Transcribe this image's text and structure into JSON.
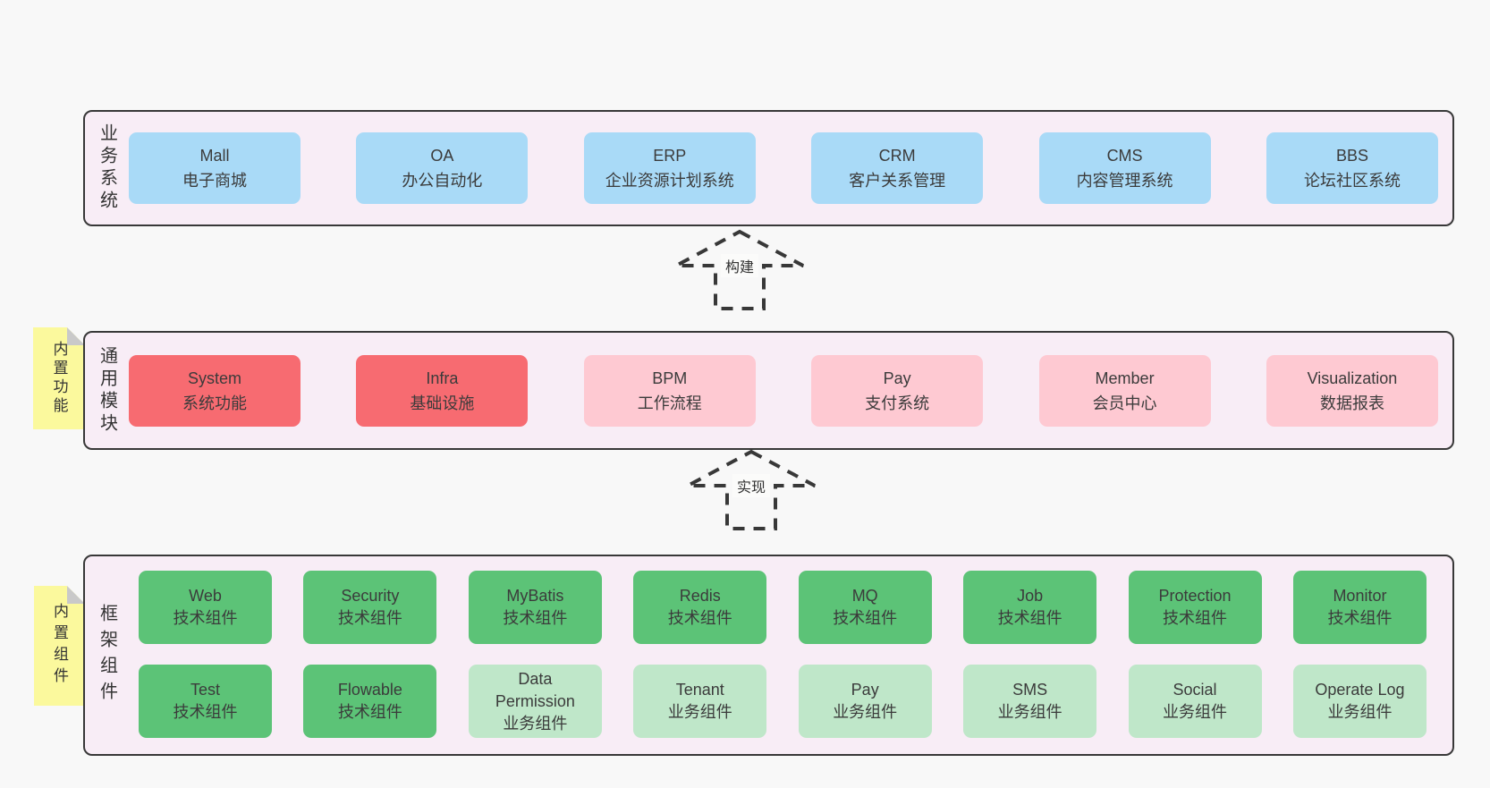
{
  "canvas": {
    "background": "#f8f8f8"
  },
  "colors": {
    "canvas_bg": "#f8f8f8",
    "group_bg": "#f8edf6",
    "group_border": "#383838",
    "text": "#3b3b3b",
    "blue": "#a9daf7",
    "red": "#f76b71",
    "pink": "#fec9d2",
    "green": "#5cc377",
    "green_light": "#bfe7c9",
    "note_bg": "#fbf99d",
    "note_fold": "#c9c9c9"
  },
  "sections": [
    {
      "id": "business-systems",
      "label": "业务系统",
      "note": null,
      "box_rows": [
        [
          {
            "title": "Mall",
            "subtitle": "电子商城",
            "color": "blue"
          },
          {
            "title": "OA",
            "subtitle": "办公自动化",
            "color": "blue"
          },
          {
            "title": "ERP",
            "subtitle": "企业资源计划系统",
            "color": "blue"
          },
          {
            "title": "CRM",
            "subtitle": "客户关系管理",
            "color": "blue"
          },
          {
            "title": "CMS",
            "subtitle": "内容管理系统",
            "color": "blue"
          },
          {
            "title": "BBS",
            "subtitle": "论坛社区系统",
            "color": "blue"
          }
        ]
      ]
    },
    {
      "id": "common-modules",
      "label": "通用模块",
      "note": "内置功能",
      "box_rows": [
        [
          {
            "title": "System",
            "subtitle": "系统功能",
            "color": "red"
          },
          {
            "title": "Infra",
            "subtitle": "基础设施",
            "color": "red"
          },
          {
            "title": "BPM",
            "subtitle": "工作流程",
            "color": "pink"
          },
          {
            "title": "Pay",
            "subtitle": "支付系统",
            "color": "pink"
          },
          {
            "title": "Member",
            "subtitle": "会员中心",
            "color": "pink"
          },
          {
            "title": "Visualization",
            "subtitle": "数据报表",
            "color": "pink"
          }
        ]
      ]
    },
    {
      "id": "framework-components",
      "label": "框架组件",
      "note": "内置组件",
      "box_rows": [
        [
          {
            "title": "Web",
            "subtitle": "技术组件",
            "color": "green"
          },
          {
            "title": "Security",
            "subtitle": "技术组件",
            "color": "green"
          },
          {
            "title": "MyBatis",
            "subtitle": "技术组件",
            "color": "green"
          },
          {
            "title": "Redis",
            "subtitle": "技术组件",
            "color": "green"
          },
          {
            "title": "MQ",
            "subtitle": "技术组件",
            "color": "green"
          },
          {
            "title": "Job",
            "subtitle": "技术组件",
            "color": "green"
          },
          {
            "title": "Protection",
            "subtitle": "技术组件",
            "color": "green"
          },
          {
            "title": "Monitor",
            "subtitle": "技术组件",
            "color": "green"
          }
        ],
        [
          {
            "title": "Test",
            "subtitle": "技术组件",
            "color": "green"
          },
          {
            "title": "Flowable",
            "subtitle": "技术组件",
            "color": "green"
          },
          {
            "title": "Data Permission",
            "subtitle": "业务组件",
            "color": "green_light"
          },
          {
            "title": "Tenant",
            "subtitle": "业务组件",
            "color": "green_light"
          },
          {
            "title": "Pay",
            "subtitle": "业务组件",
            "color": "green_light"
          },
          {
            "title": "SMS",
            "subtitle": "业务组件",
            "color": "green_light"
          },
          {
            "title": "Social",
            "subtitle": "业务组件",
            "color": "green_light"
          },
          {
            "title": "Operate Log",
            "subtitle": "业务组件",
            "color": "green_light"
          }
        ]
      ]
    }
  ],
  "arrows": [
    {
      "label": "构建"
    },
    {
      "label": "实现"
    }
  ]
}
